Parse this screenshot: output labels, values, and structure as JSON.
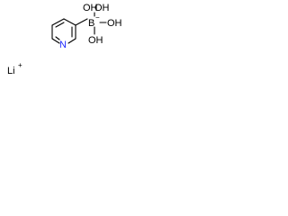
{
  "molecule": {
    "atoms": {
      "nitrogen": "N",
      "boron": "B",
      "oh_top_left": "OH",
      "oh_top_right": "OH",
      "oh_right": "OH",
      "oh_bottom": "OH",
      "boron_charge": "−",
      "lithium": "Li",
      "lithium_charge": "+"
    },
    "colors": {
      "nitrogen": "#1f2bff",
      "default": "#000000"
    }
  }
}
